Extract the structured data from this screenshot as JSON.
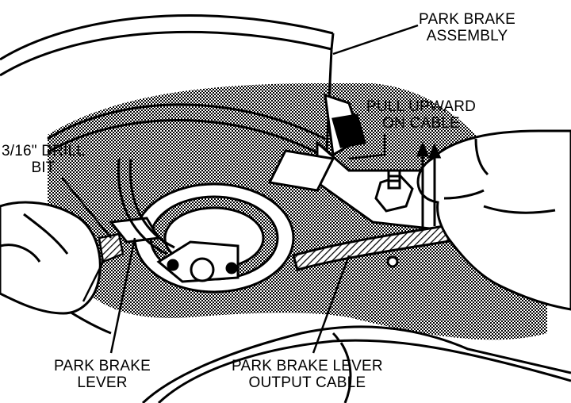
{
  "labels": {
    "park_brake_assembly": [
      "PARK BRAKE",
      "ASSEMBLY"
    ],
    "pull_upward": [
      "PULL UPWARD",
      "ON CABLE"
    ],
    "drill_bit": [
      "3/16\" DRILL",
      "BIT"
    ],
    "park_brake_lever": [
      "PARK BRAKE",
      "LEVER"
    ],
    "output_cable": [
      "PARK BRAKE LEVER",
      "OUTPUT CABLE"
    ]
  },
  "colors": {
    "ink": "#000000",
    "paper": "#ffffff",
    "stipple": "#9a9a9a"
  }
}
